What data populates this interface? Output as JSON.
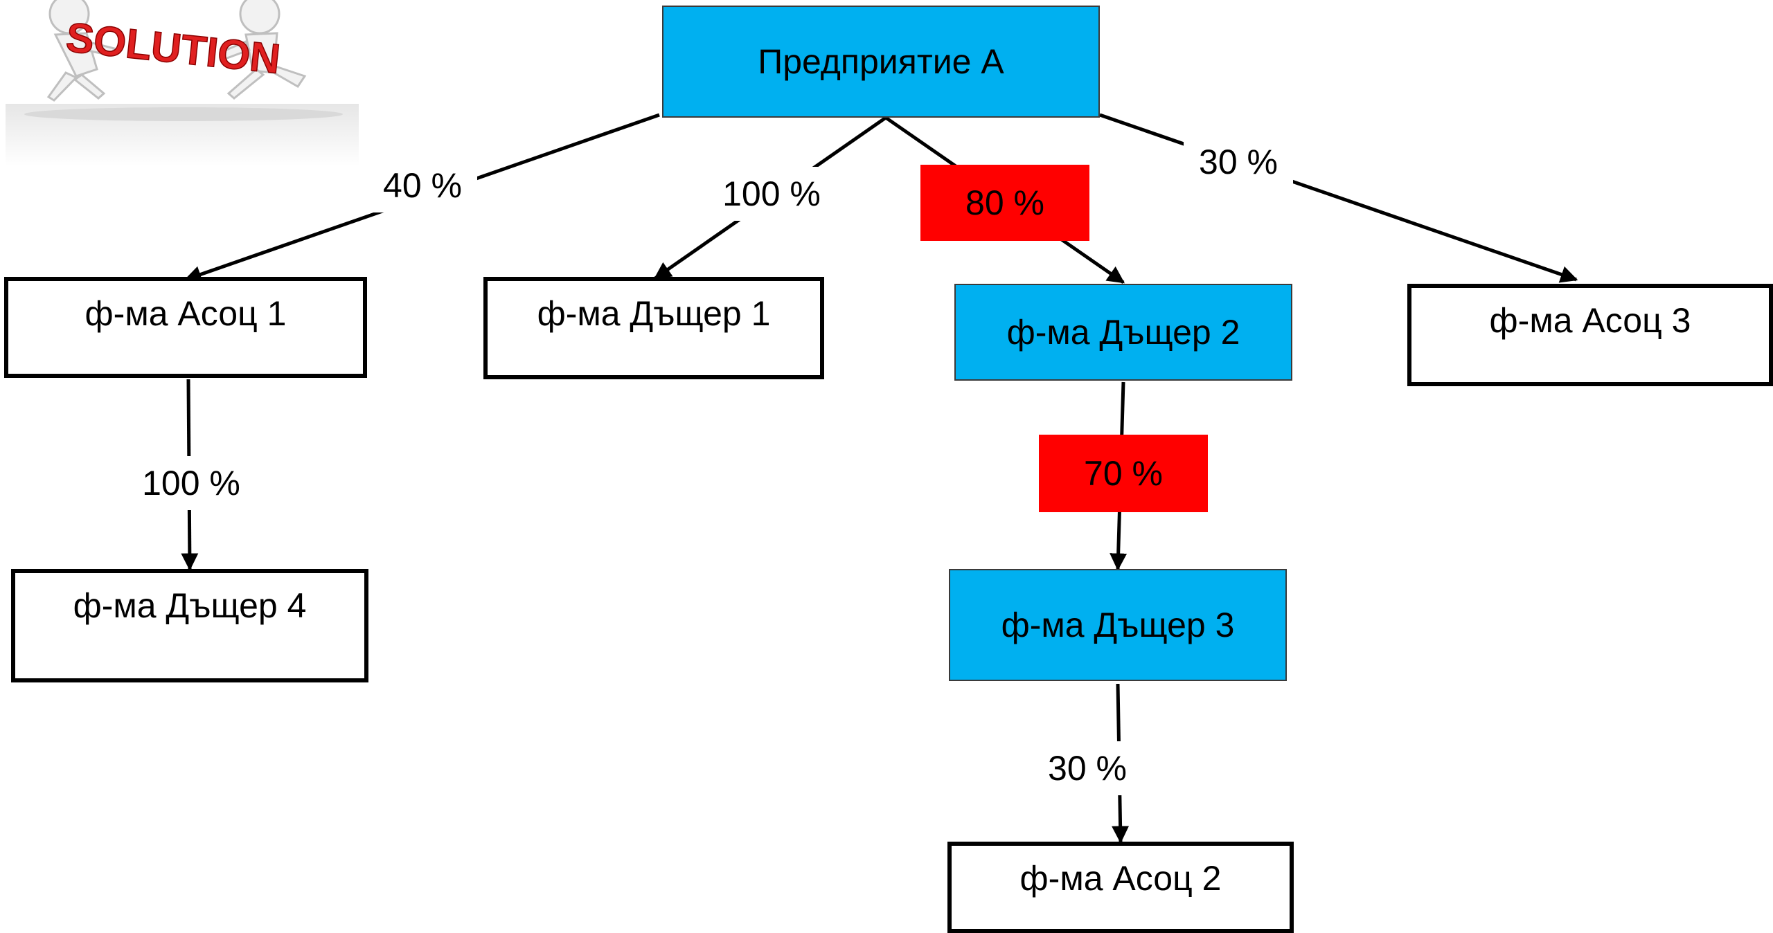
{
  "colors": {
    "highlight_box": "#00b0f0",
    "highlight_label": "#ff0000",
    "box_border": "#000000",
    "line": "#000000"
  },
  "logo": {
    "text": "SOLUTION",
    "icon": "two-figures-carrying-solution-sign-icon"
  },
  "nodes": {
    "parent": "Предприятие А",
    "assoc1": "ф-ма Асоц 1",
    "daughter1": "ф-ма Дъщер 1",
    "daughter2": "ф-ма Дъщер 2",
    "assoc3": "ф-ма Асоц 3",
    "daughter4": "ф-ма Дъщер 4",
    "daughter3": "ф-ма Дъщер 3",
    "assoc2": "ф-ма Асоц 2"
  },
  "edges": {
    "parent_assoc1": "40 %",
    "parent_daughter1": "100 %",
    "parent_daughter2": "80 %",
    "parent_assoc3": "30 %",
    "assoc1_daughter4": "100 %",
    "daughter2_daughter3": "70 %",
    "daughter3_assoc2": "30 %"
  }
}
